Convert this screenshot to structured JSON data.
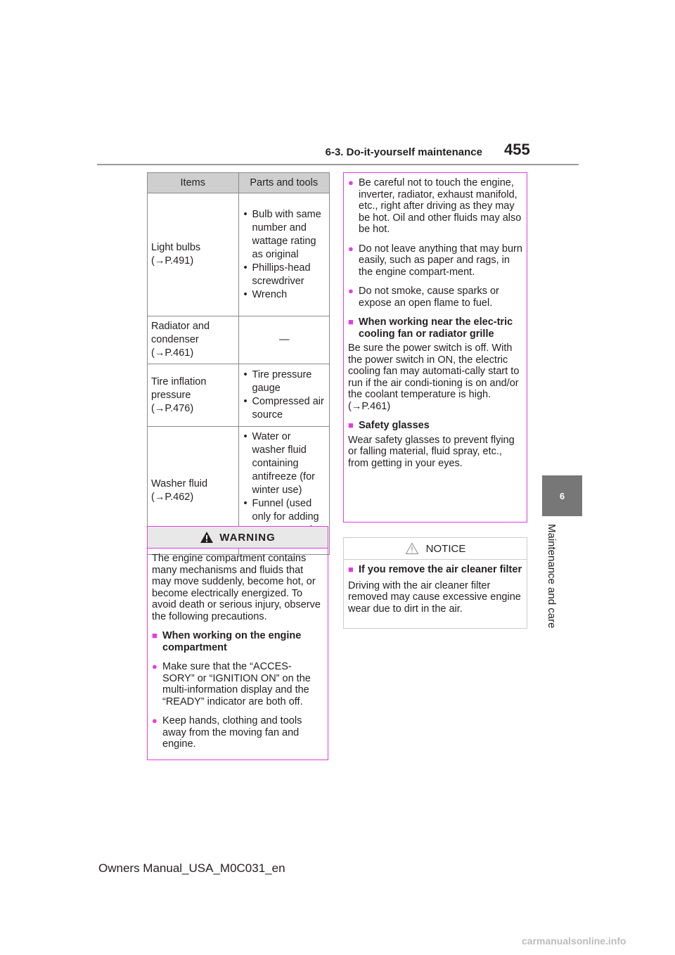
{
  "header": {
    "section_title": "6-3. Do-it-yourself maintenance",
    "page_number": "455"
  },
  "side_tab": {
    "number": "6",
    "label": "Maintenance and care"
  },
  "table": {
    "headers": [
      "Items",
      "Parts and tools"
    ],
    "rows": [
      {
        "item": [
          "Light bulbs",
          "(→P.491)"
        ],
        "tools": [
          "Bulb with same number and wattage rating as original",
          "Phillips-head screwdriver",
          "Wrench"
        ]
      },
      {
        "item": [
          "Radiator and",
          "condenser",
          "(→P.461)"
        ],
        "tools_dash": "—"
      },
      {
        "item": [
          "Tire inflation",
          "pressure",
          "(→P.476)"
        ],
        "tools": [
          "Tire pressure gauge",
          "Compressed air source"
        ]
      },
      {
        "item": [
          "Washer fluid",
          "(→P.462)"
        ],
        "tools": [
          "Water or washer fluid containing antifreeze (for winter use)",
          "Funnel (used only for adding water or washer fluid)"
        ]
      }
    ]
  },
  "warning": {
    "title": "WARNING",
    "intro": "The engine compartment contains many mechanisms and fluids that may move suddenly, become hot, or become electrically energized. To avoid death or serious injury, observe the following precautions.",
    "subhead": "When working on the engine compartment",
    "bullets": [
      "Make sure that the “ACCES-SORY” or “IGNITION ON” on the multi-information display and the “READY” indicator are both off.",
      "Keep hands, clothing and tools away from the moving fan and engine."
    ]
  },
  "right_box": {
    "bullets": [
      "Be careful not to touch the engine, inverter, radiator, exhaust manifold, etc., right after driving as they may be hot. Oil and other fluids may also be hot.",
      "Do not leave anything that may burn easily, such as paper and rags, in the engine compart-ment.",
      "Do not smoke, cause sparks or expose an open flame to fuel."
    ],
    "subhead1": "When working near the elec-tric cooling fan or radiator grille",
    "para1": "Be sure the power switch is off. With the power switch in ON, the electric cooling fan may automati-cally start to run if the air condi-tioning is on and/or the coolant temperature is high. (→P.461)",
    "subhead2": "Safety glasses",
    "para2": "Wear safety glasses to prevent flying or falling material, fluid spray, etc., from getting in your eyes."
  },
  "notice": {
    "title": "NOTICE",
    "subhead": "If you remove the air cleaner filter",
    "para": "Driving with the air cleaner filter removed may cause excessive engine wear due to dirt in the air."
  },
  "footer": "Owners Manual_USA_M0C031_en",
  "watermark": "carmanualsonline.info",
  "colors": {
    "accent": "#e23de0",
    "tab": "#777777",
    "table_head": "#cfcfcf"
  }
}
